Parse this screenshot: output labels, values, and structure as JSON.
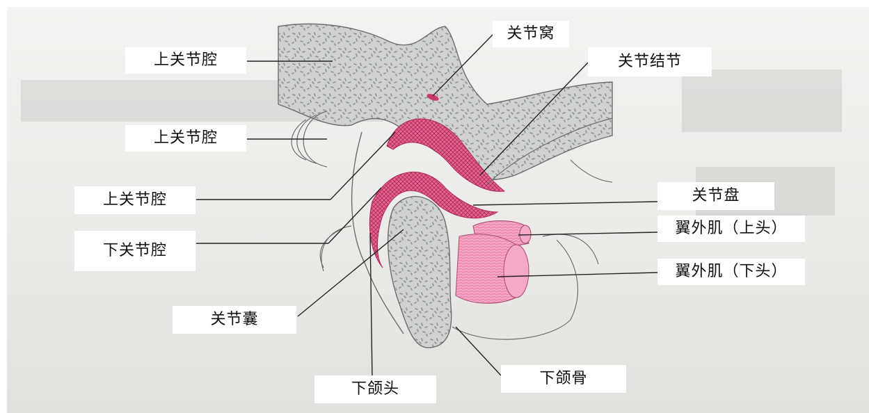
{
  "diagram": {
    "labels": {
      "upper_joint_cavity_1": "上关节腔",
      "upper_joint_cavity_2": "上关节腔",
      "upper_joint_cavity_3": "上关节腔",
      "lower_joint_cavity": "下关节腔",
      "joint_capsule": "关节囊",
      "mandibular_head": "下颌头",
      "mandible": "下颌骨",
      "glenoid_fossa": "关节窝",
      "articular_tubercle": "关节结节",
      "articular_disc": "关节盘",
      "lpm_superior_head": "翼外肌（上头）",
      "lpm_inferior_head": "翼外肌（下头）"
    },
    "colors": {
      "bone": "#cfd2d0",
      "bone_speckle": "#8d918f",
      "cartilage": "#d9507a",
      "muscle": "#ef8fb4",
      "outline": "#6d6d6d",
      "leader_line": "#222222"
    }
  }
}
